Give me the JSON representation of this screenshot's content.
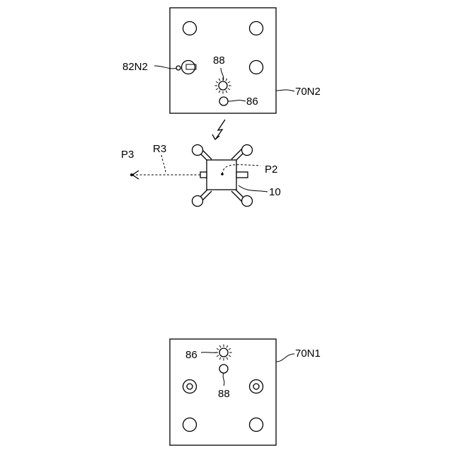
{
  "labels": {
    "pad_upper": "70N2",
    "pad_lower": "70N1",
    "marker_upper": "82N2",
    "light_upper": "88",
    "beacon_upper": "86",
    "light_lower": "86",
    "beacon_lower": "88",
    "drone": "10",
    "point_p2": "P2",
    "point_p3": "P3",
    "route_r3": "R3"
  }
}
